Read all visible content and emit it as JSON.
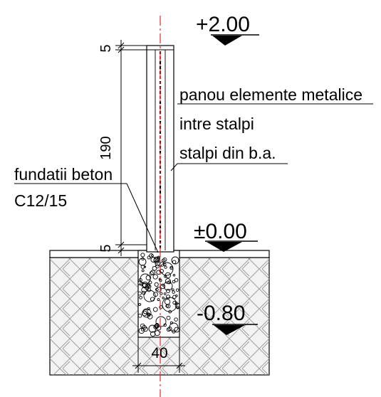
{
  "levels": {
    "top": "+2.00",
    "ground": "±0.00",
    "foundation": "-0.80"
  },
  "annotations": {
    "panel_line1": "panou elemente metalice",
    "panel_line2": "intre stalpi",
    "pillars": "stalpi din b.a.",
    "foundation_line1": "fundatii beton",
    "foundation_line2": "C12/15"
  },
  "dimensions": {
    "top_cap": "5",
    "height": "190",
    "bottom_cap": "5",
    "width": "40"
  },
  "colors": {
    "ink": "#000000",
    "axis": "#e0303a",
    "ground_fill": "#f3f3f3",
    "hatch": "#8a8a8a"
  }
}
